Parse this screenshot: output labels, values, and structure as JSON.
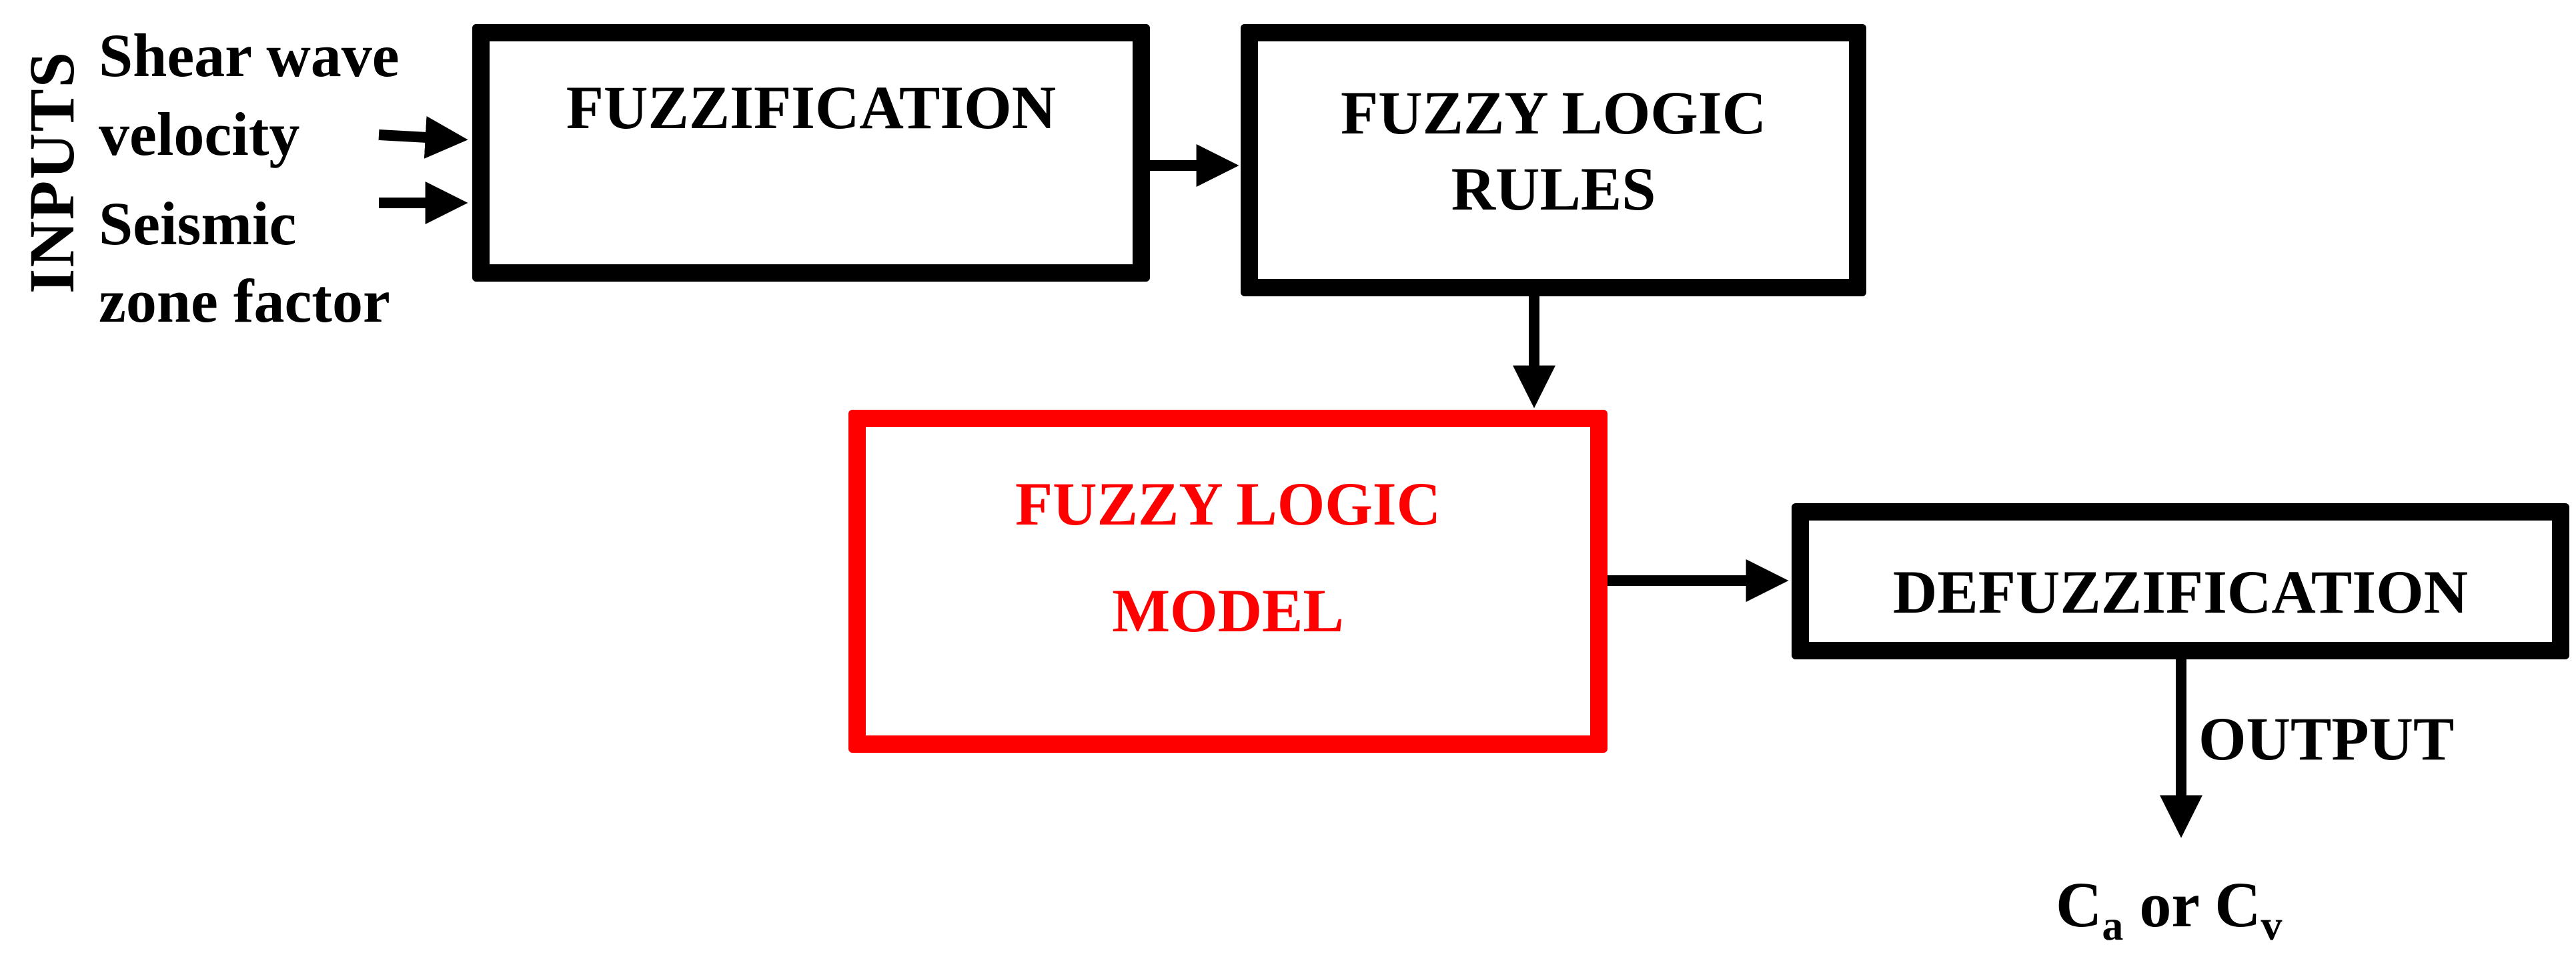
{
  "inputs_label": "INPUTS",
  "inputs": {
    "input1_line1": "Shear wave",
    "input1_line2": "velocity",
    "input2_line1": "Seismic",
    "input2_line2": "zone factor"
  },
  "boxes": {
    "fuzzification": "FUZZIFICATION",
    "rules_line1": "FUZZY LOGIC",
    "rules_line2": "RULES",
    "model_line1": "FUZZY LOGIC",
    "model_line2": "MODEL",
    "defuzzification": "DEFUZZIFICATION"
  },
  "output_label": "OUTPUT",
  "result": {
    "c1": "C",
    "sub1": "a",
    "mid": " or ",
    "c2": "C",
    "sub2": "v"
  },
  "colors": {
    "model_accent": "#ff0000",
    "default": "#000000"
  }
}
